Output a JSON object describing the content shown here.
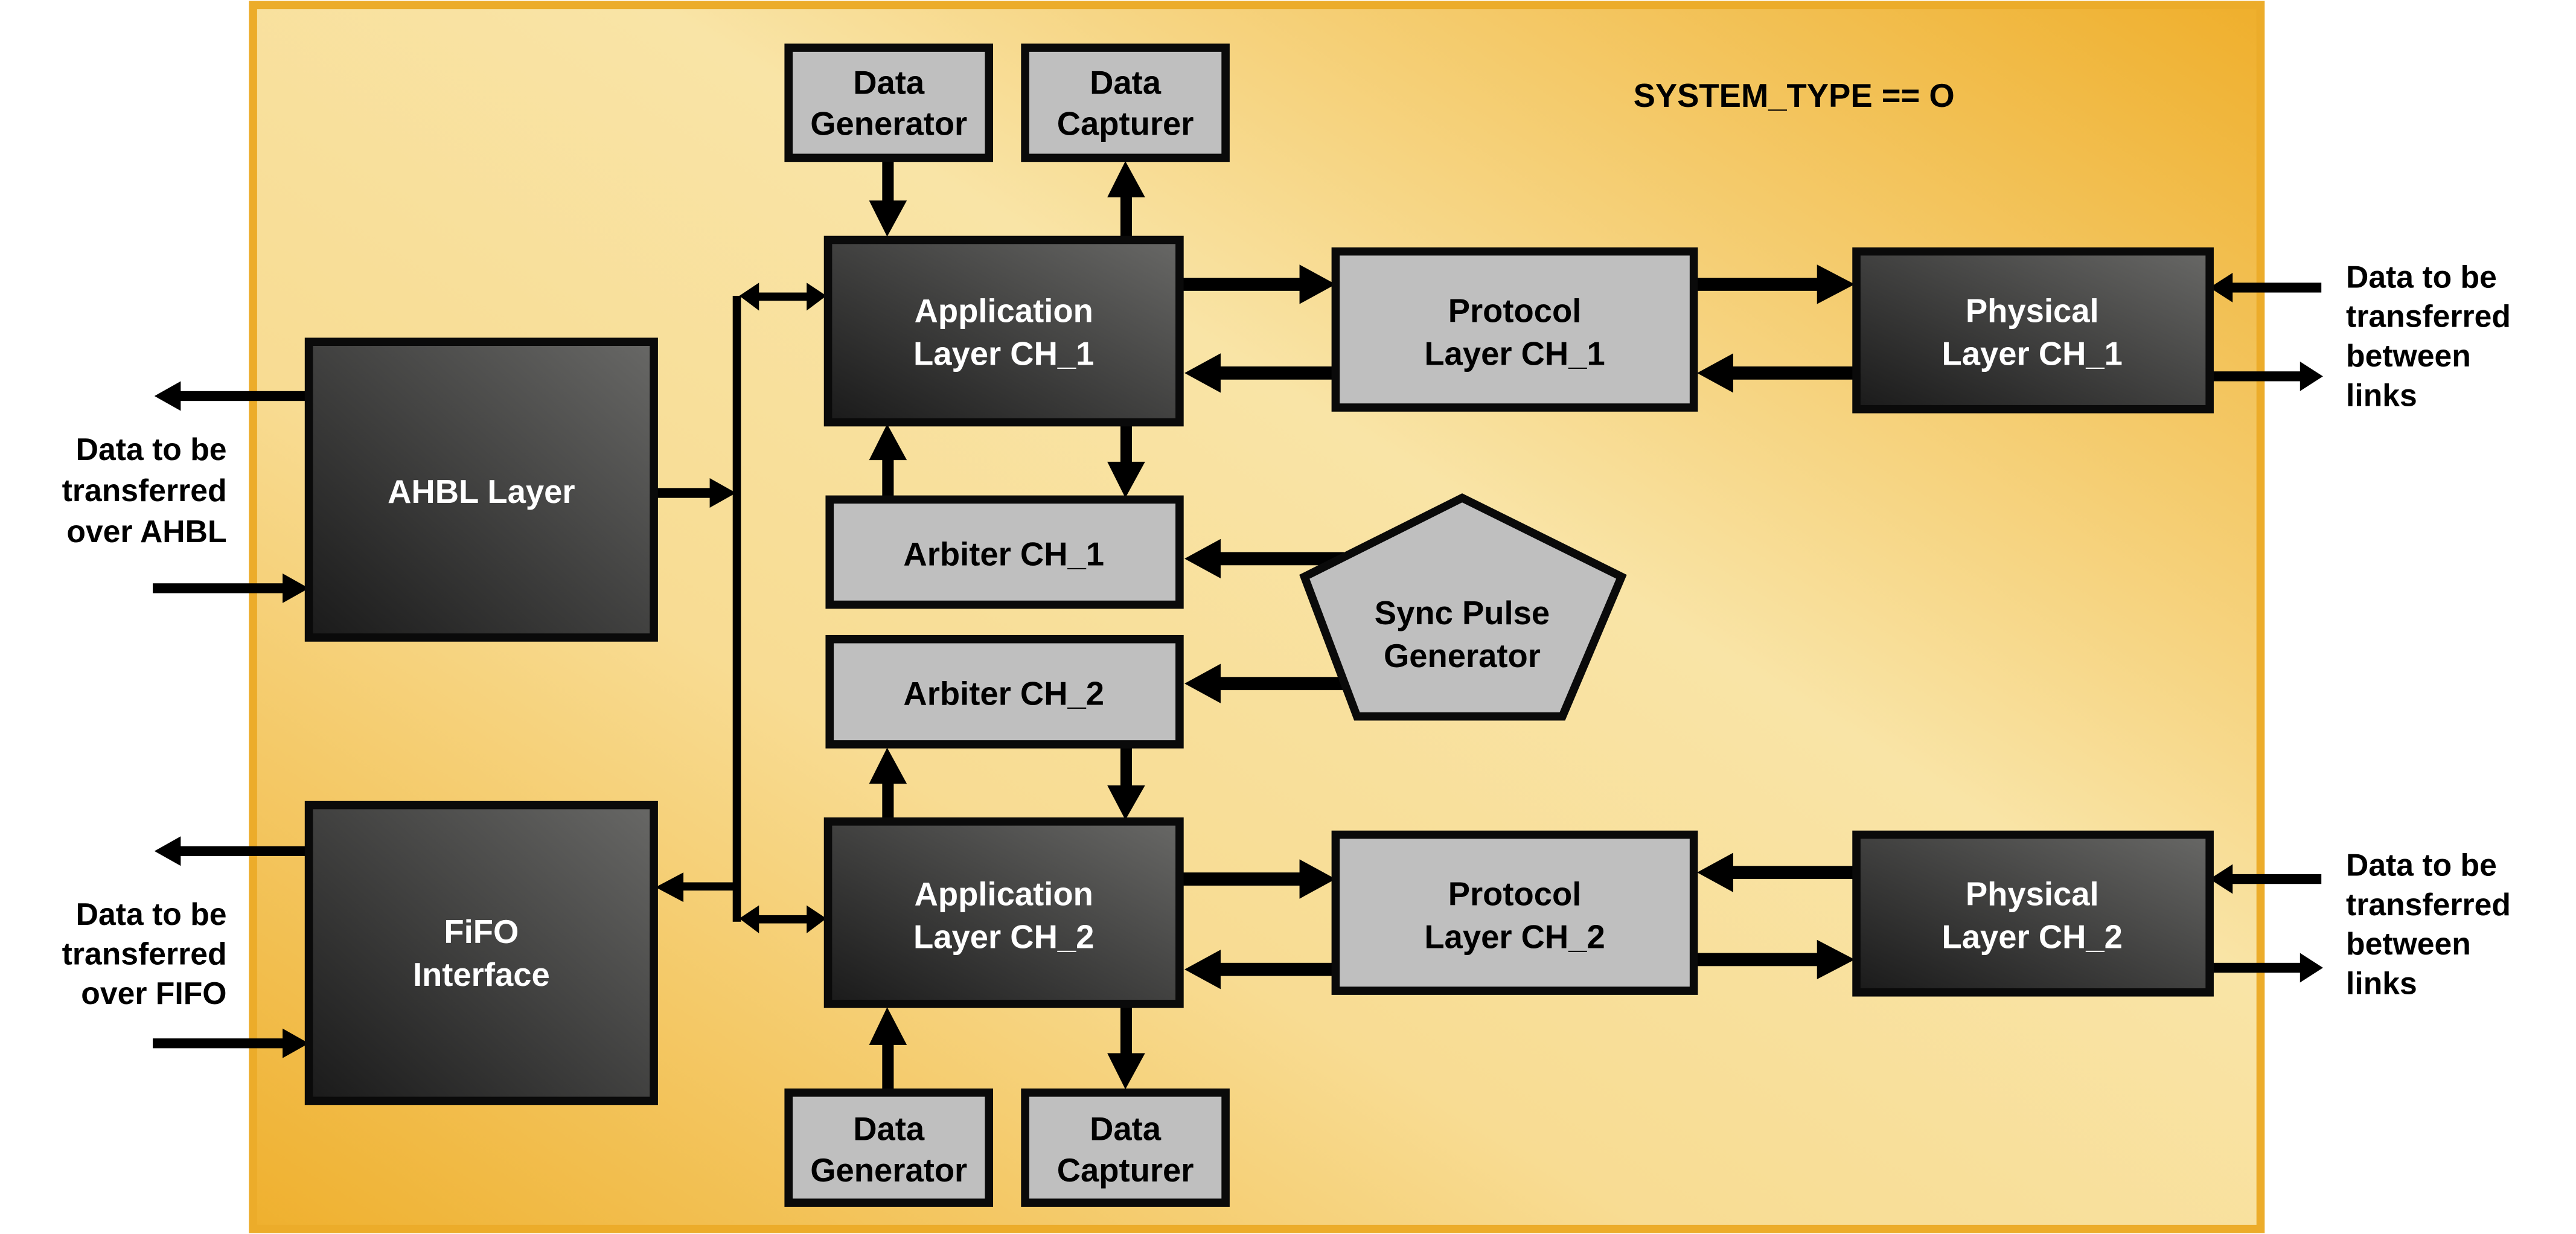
{
  "diagram": {
    "condition_label": "SYSTEM_TYPE == O",
    "colors": {
      "frame_border": "#ECAC2A",
      "frame_fill_light": "#F9E4A6",
      "frame_fill_dark": "#EFAF2C",
      "light_block_fill": "#BFBFBF",
      "dark_block_fill_start": "#1c1c1c",
      "dark_block_fill_end": "#666666",
      "stroke": "#0a0a0a"
    },
    "blocks": {
      "ahbl_layer": [
        "AHBL Layer"
      ],
      "fifo_interface": [
        "FiFO",
        "Interface"
      ],
      "data_generator_top": [
        "Data",
        "Generator"
      ],
      "data_capturer_top": [
        "Data",
        "Capturer"
      ],
      "application_layer_ch1": [
        "Application",
        "Layer CH_1"
      ],
      "arbiter_ch1": [
        "Arbiter CH_1"
      ],
      "arbiter_ch2": [
        "Arbiter CH_2"
      ],
      "application_layer_ch2": [
        "Application",
        "Layer CH_2"
      ],
      "data_generator_bottom": [
        "Data",
        "Generator"
      ],
      "data_capturer_bottom": [
        "Data",
        "Capturer"
      ],
      "protocol_layer_ch1": [
        "Protocol",
        "Layer CH_1"
      ],
      "protocol_layer_ch2": [
        "Protocol",
        "Layer CH_2"
      ],
      "physical_layer_ch1": [
        "Physical",
        "Layer CH_1"
      ],
      "physical_layer_ch2": [
        "Physical",
        "Layer CH_2"
      ],
      "sync_pulse_generator": [
        "Sync Pulse",
        "Generator"
      ]
    },
    "external_labels": {
      "ahbl": [
        "Data to be",
        "transferred",
        "over AHBL"
      ],
      "fifo": [
        "Data to be",
        "transferred",
        "over FIFO"
      ],
      "links_ch1": [
        "Data to be",
        "transferred",
        "between",
        "links"
      ],
      "links_ch2": [
        "Data to be",
        "transferred",
        "between",
        "links"
      ]
    }
  }
}
